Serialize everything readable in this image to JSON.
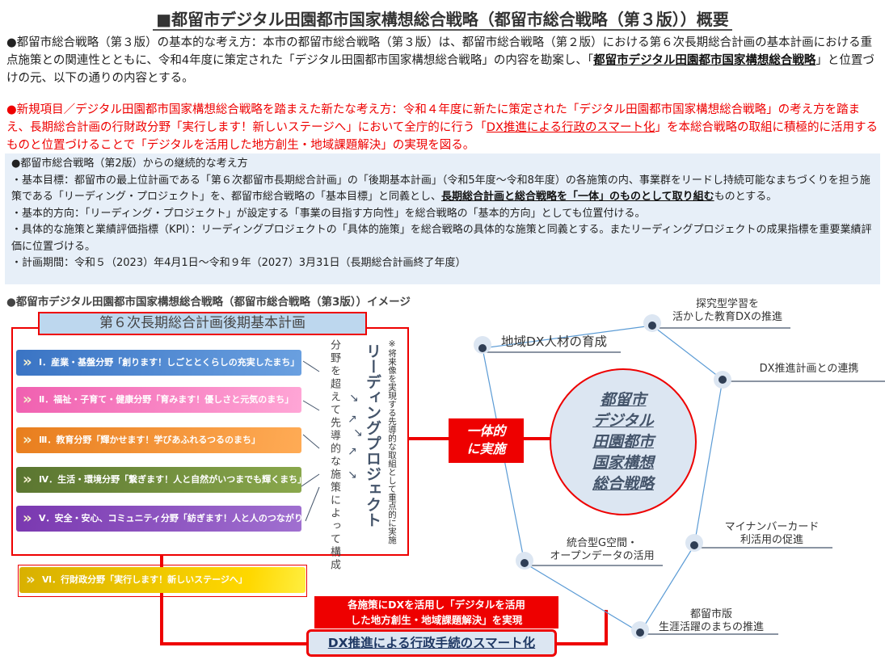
{
  "title": "■都留市デジタル田園都市国家構想総合戦略（都留市総合戦略（第３版））概要",
  "para1": {
    "text": "●都留市総合戦略（第３版）の基本的な考え方：本市の都留市総合戦略（第３版）は、都留市総合戦略（第２版）における第６次長期総合計画の基本計画における重点施策との関連性とともに、令和4年度に策定された「デジタル田園都市国家構想総合戦略」の内容を勘案し、「",
    "bold": "都留市デジタル田園都市国家構想総合戦略",
    "tail": "」と位置づけの元、以下の通りの内容とする。"
  },
  "para2": {
    "text": "●新規項目／デジタル田園都市国家構想総合戦略を踏まえた新たな考え方：令和４年度に新たに策定された「デジタル田園都市国家構想総合戦略」の考え方を踏まえ、長期総合計画の行財政分野「実行します！新しいステージへ」において全庁的に行う「",
    "underline": "DX推進による行政のスマート化",
    "tail": "」を本総合戦略の取組に積極的に活用するものと位置づけることで「デジタルを活用した地方創生・地域課題解決」の実現を図る。"
  },
  "blue_box": {
    "heading": "●都留市総合戦略（第2版）からの継続的な考え方",
    "goal": "・基本目標：都留市の最上位計画である「第６次都留市長期総合計画」の「後期基本計画」（令和5年度～令和8年度）の各施策の内、事業群をリードし持続可能なまちづくりを担う施策である「リーディング・プロジェクト」を、都留市総合戦略の「基本目標」と同義とし、",
    "goal_bold": "長期総合計画と総合戦略を「一体」のものとして取り組む",
    "goal_tail": "ものとする。",
    "direction": "・基本的方向：「リーディング・プロジェクト」が設定する「事業の目指す方向性」を総合戦略の「基本的方向」としても位置付ける。",
    "kpi": "・具体的な施策と業績評価指標（KPI）：リーディングプロジェクトの「具体的施策」を総合戦略の具体的な施策と同義とする。またリーディングプロジェクトの成果指標を重要業績評価に位置づける。",
    "period": "・計画期間：令和５（2023）年4月1日～令和９年（2027）3月31日（長期総合計画終了年度）"
  },
  "image_heading": "●都留市デジタル田園都市国家構想総合戦略（都留市総合戦略（第3版））イメージ",
  "plan_header": "第６次長期総合計画後期基本計画",
  "bars": [
    {
      "label": "Ⅰ．産業・基盤分野「創ります！しごととくらしの充実したまち」",
      "color": "#4a86d0"
    },
    {
      "label": "Ⅱ．福祉・子育て・健康分野「育みます！優しさと元気のまち」",
      "color": "#f67cbf"
    },
    {
      "label": "Ⅲ．教育分野「輝かせます！学びあふれるつるのまち」",
      "color": "#f08a26"
    },
    {
      "label": "Ⅳ．生活・環境分野「繋ぎます！人と自然がいつまでも輝くまち」",
      "color": "#6e8a38"
    },
    {
      "label": "Ⅴ．安全・安心、コミュニティ分野「紡ぎます！人と人のつながりのまち」",
      "color": "#8a48c0"
    },
    {
      "label": "Ⅵ．行財政分野「実行します！新しいステージへ」",
      "color": "#e8c000"
    }
  ],
  "cross_field": "分野を超えて先導的な施策によって構成",
  "leading_project": "リーディングプロジェクト",
  "note": "※将来像を実現する先導的な取組として重点的に実施",
  "ittai": [
    "一体的",
    "に実施"
  ],
  "center": [
    "都留市",
    "デジタル",
    "田園都市",
    "国家構想",
    "総合戦略"
  ],
  "nodes": {
    "n1": "地域DX人材の育成",
    "n2": [
      "探究型学習を",
      "活かした教育DXの推進"
    ],
    "n3": "DX推進計画との連携",
    "n4": [
      "マイナンバーカード",
      "利活用の促進"
    ],
    "n5": [
      "統合型G空間・",
      "オープンデータの活用"
    ],
    "n6": [
      "都留市版",
      "生涯活躍のまちの推進"
    ]
  },
  "red_msg": [
    "各施策にDXを活用し「デジタルを活用",
    "した地方創生・地域課題解決」を実現"
  ],
  "dx_box": "DX推進による行政手続のスマート化"
}
